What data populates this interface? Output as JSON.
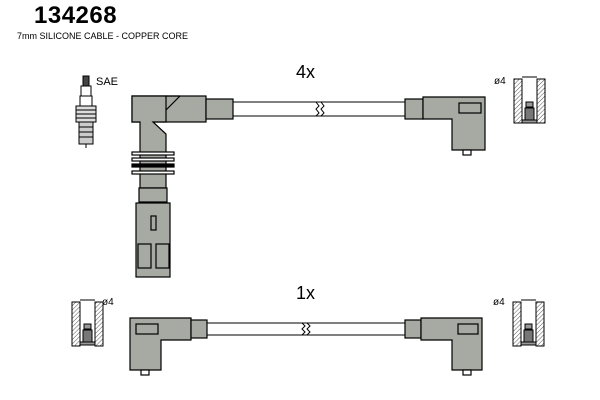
{
  "header": {
    "part_number": "134268",
    "description": "7mm SILICONE CABLE - COPPER CORE"
  },
  "sets": [
    {
      "quantity_label": "4x",
      "type": "long cable with straight plug and angled terminal"
    },
    {
      "quantity_label": "1x",
      "type": "cable with angled terminals both ends"
    }
  ],
  "labels": {
    "spark_plug": "SAE",
    "terminal_diameter_1": "ø4",
    "terminal_diameter_2": "ø4",
    "terminal_diameter_3": "ø4"
  },
  "colors": {
    "boot_fill": "#a6aaa3",
    "outline": "#000000",
    "background": "#ffffff"
  }
}
